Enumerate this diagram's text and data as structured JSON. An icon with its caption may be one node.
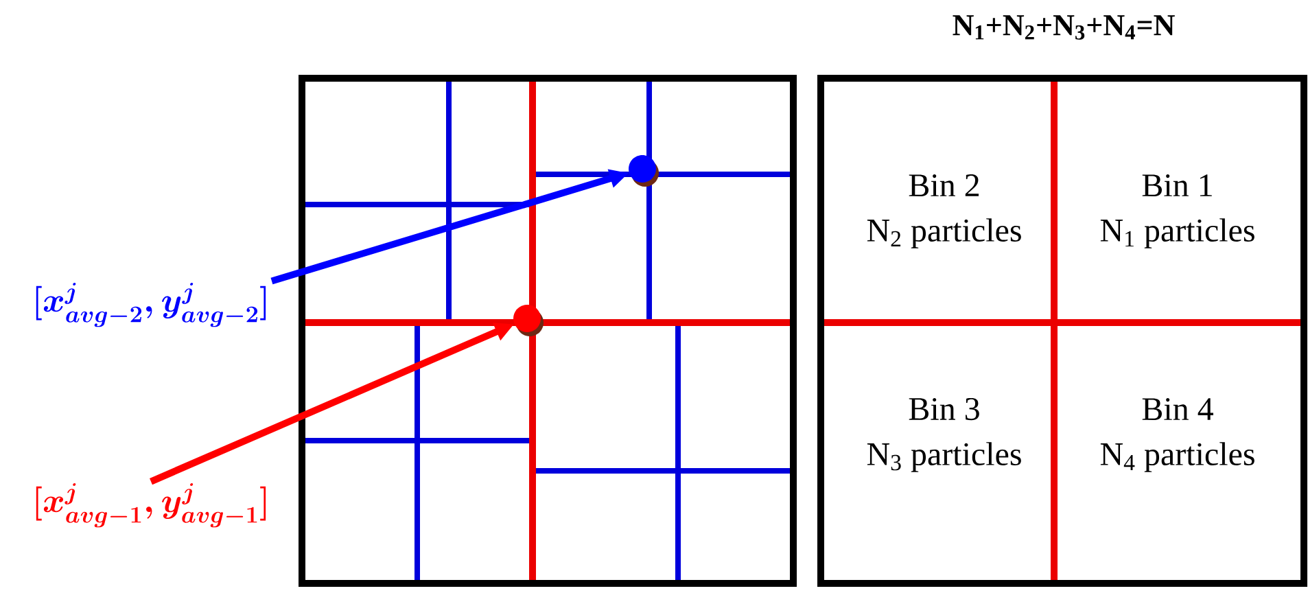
{
  "diagram": {
    "title": "N$_{1}$+N$_{2}$+N$_{3}$+N$_{4}$=N",
    "nodes": [
      {
        "text": [
          "[x^{j}_{avg-2}, y^{j}_{avg-2}]"
        ]
      },
      {
        "text": [
          "[x^{j}_{avg-1}, y^{j}_{avg-1}]"
        ]
      },
      {
        "text": [],
        "shape": "circle"
      },
      {
        "text": [],
        "shape": "circle"
      }
    ],
    "edges": [
      {
        "from": 0,
        "to": 2,
        "arrow": "to",
        "color": "#0000ff"
      },
      {
        "from": 1,
        "to": 3,
        "arrow": "to",
        "color": "#ff0000"
      }
    ],
    "labels": [
      "Bin 2",
      "Bin 1",
      "N$_{2}$ particles",
      "N$_{1}$ particles",
      "Bin 3",
      "Bin 4",
      "N$_{3}$ particles",
      "N$_{4}$ particles"
    ]
  }
}
